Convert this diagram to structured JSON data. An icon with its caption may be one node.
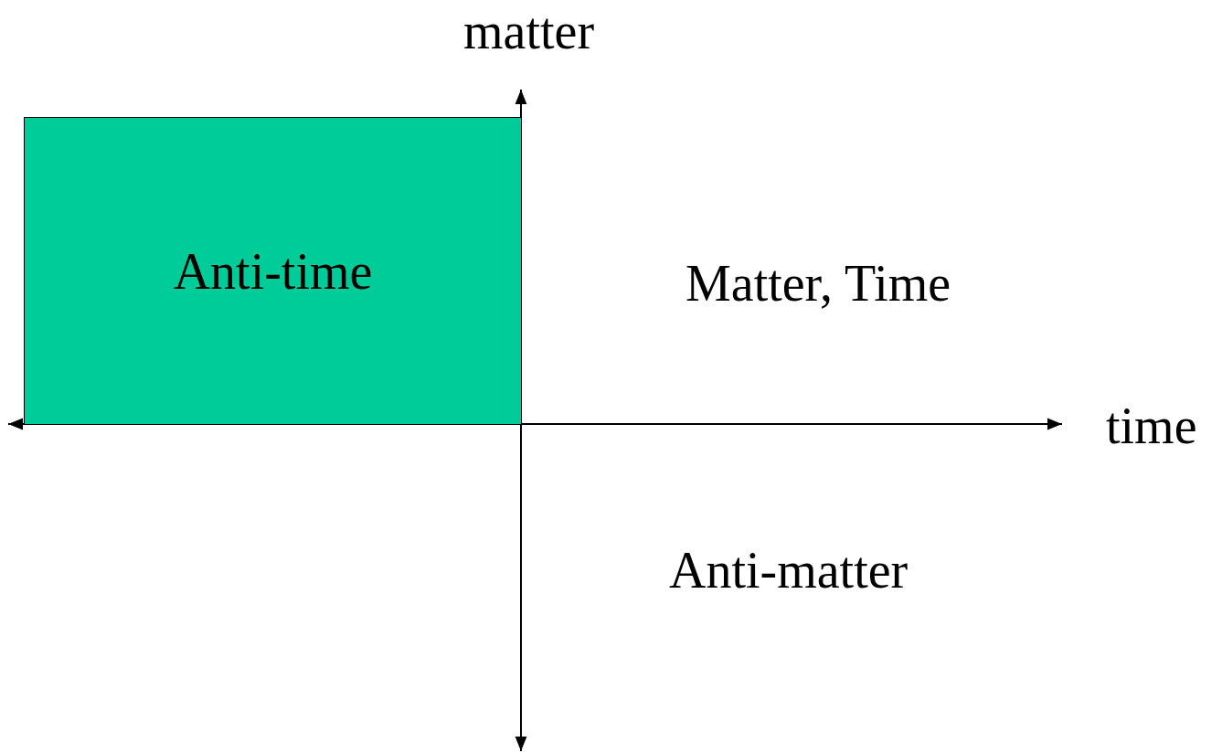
{
  "diagram": {
    "nodes": [
      {
        "text": [
          "Anti-time"
        ]
      }
    ],
    "labels": [
      "matter",
      "Matter, Time",
      "time",
      "Anti-matter"
    ]
  }
}
